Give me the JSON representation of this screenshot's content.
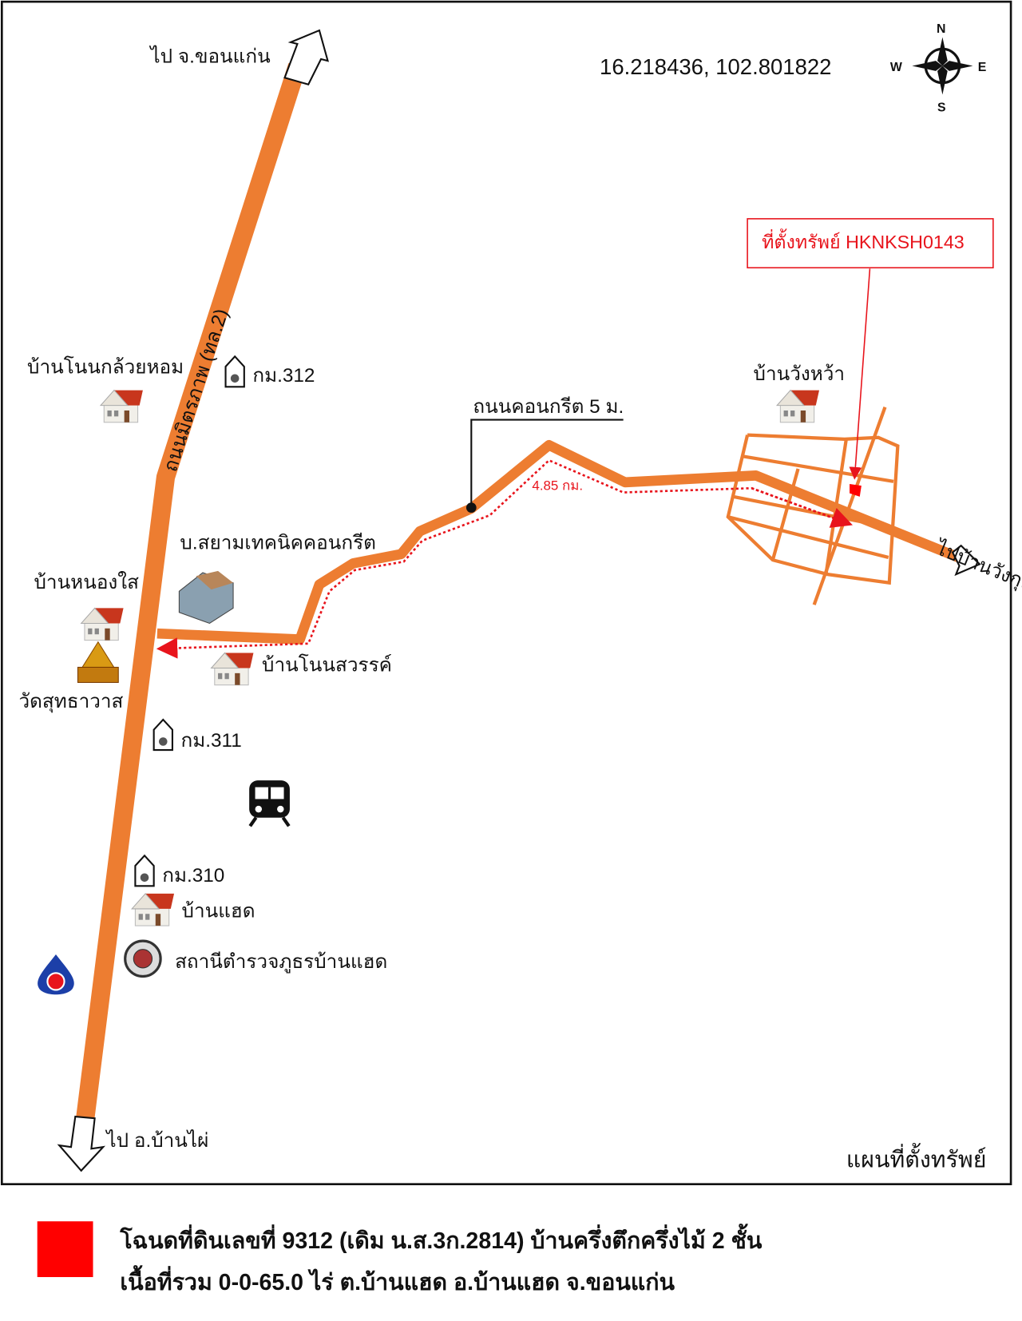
{
  "map": {
    "title": "แผนที่ตั้งทรัพย์",
    "coordinates": "16.218436, 102.801822",
    "compass": {
      "n": "N",
      "s": "S",
      "w": "W",
      "e": "E"
    },
    "asset_label": "ที่ตั้งทรัพย์ HKNKSH0143",
    "main_road": "ถนนมิตรภาพ (ทล.2)",
    "concrete_road": "ถนนคอนกรีต 5 ม.",
    "distance": "4.85 กม.",
    "directions": {
      "north": "ไป จ.ขอนแก่น",
      "south": "ไป อ.บ้านไผ่",
      "east": "ไปบ้านวังกุง"
    },
    "km_markers": [
      "กม.312",
      "กม.311",
      "กม.310"
    ],
    "places": {
      "non_kluai_hom": "บ้านโนนกล้วยหอม",
      "wang_wa": "บ้านวังหว้า",
      "siam_concrete": "บ.สยามเทคนิคคอนกรีต",
      "nong_sai": "บ้านหนองใส",
      "wat": "วัดสุทธาวาส",
      "non_sawan": "บ้านโนนสวรรค์",
      "ban_haet": "บ้านแฮด",
      "police": "สถานีตำรวจภูธรบ้านแฮด"
    },
    "colors": {
      "road": "#ed7d31",
      "marker": "#ff0000"
    }
  },
  "legend": {
    "line1": "โฉนดที่ดินเลขที่ 9312 (เดิม น.ส.3ก.2814) บ้านครึ่งตึกครึ่งไม้ 2 ชั้น",
    "line2": "เนื้อที่รวม 0-0-65.0 ไร่ ต.บ้านแฮด อ.บ้านแฮด จ.ขอนแก่น"
  }
}
